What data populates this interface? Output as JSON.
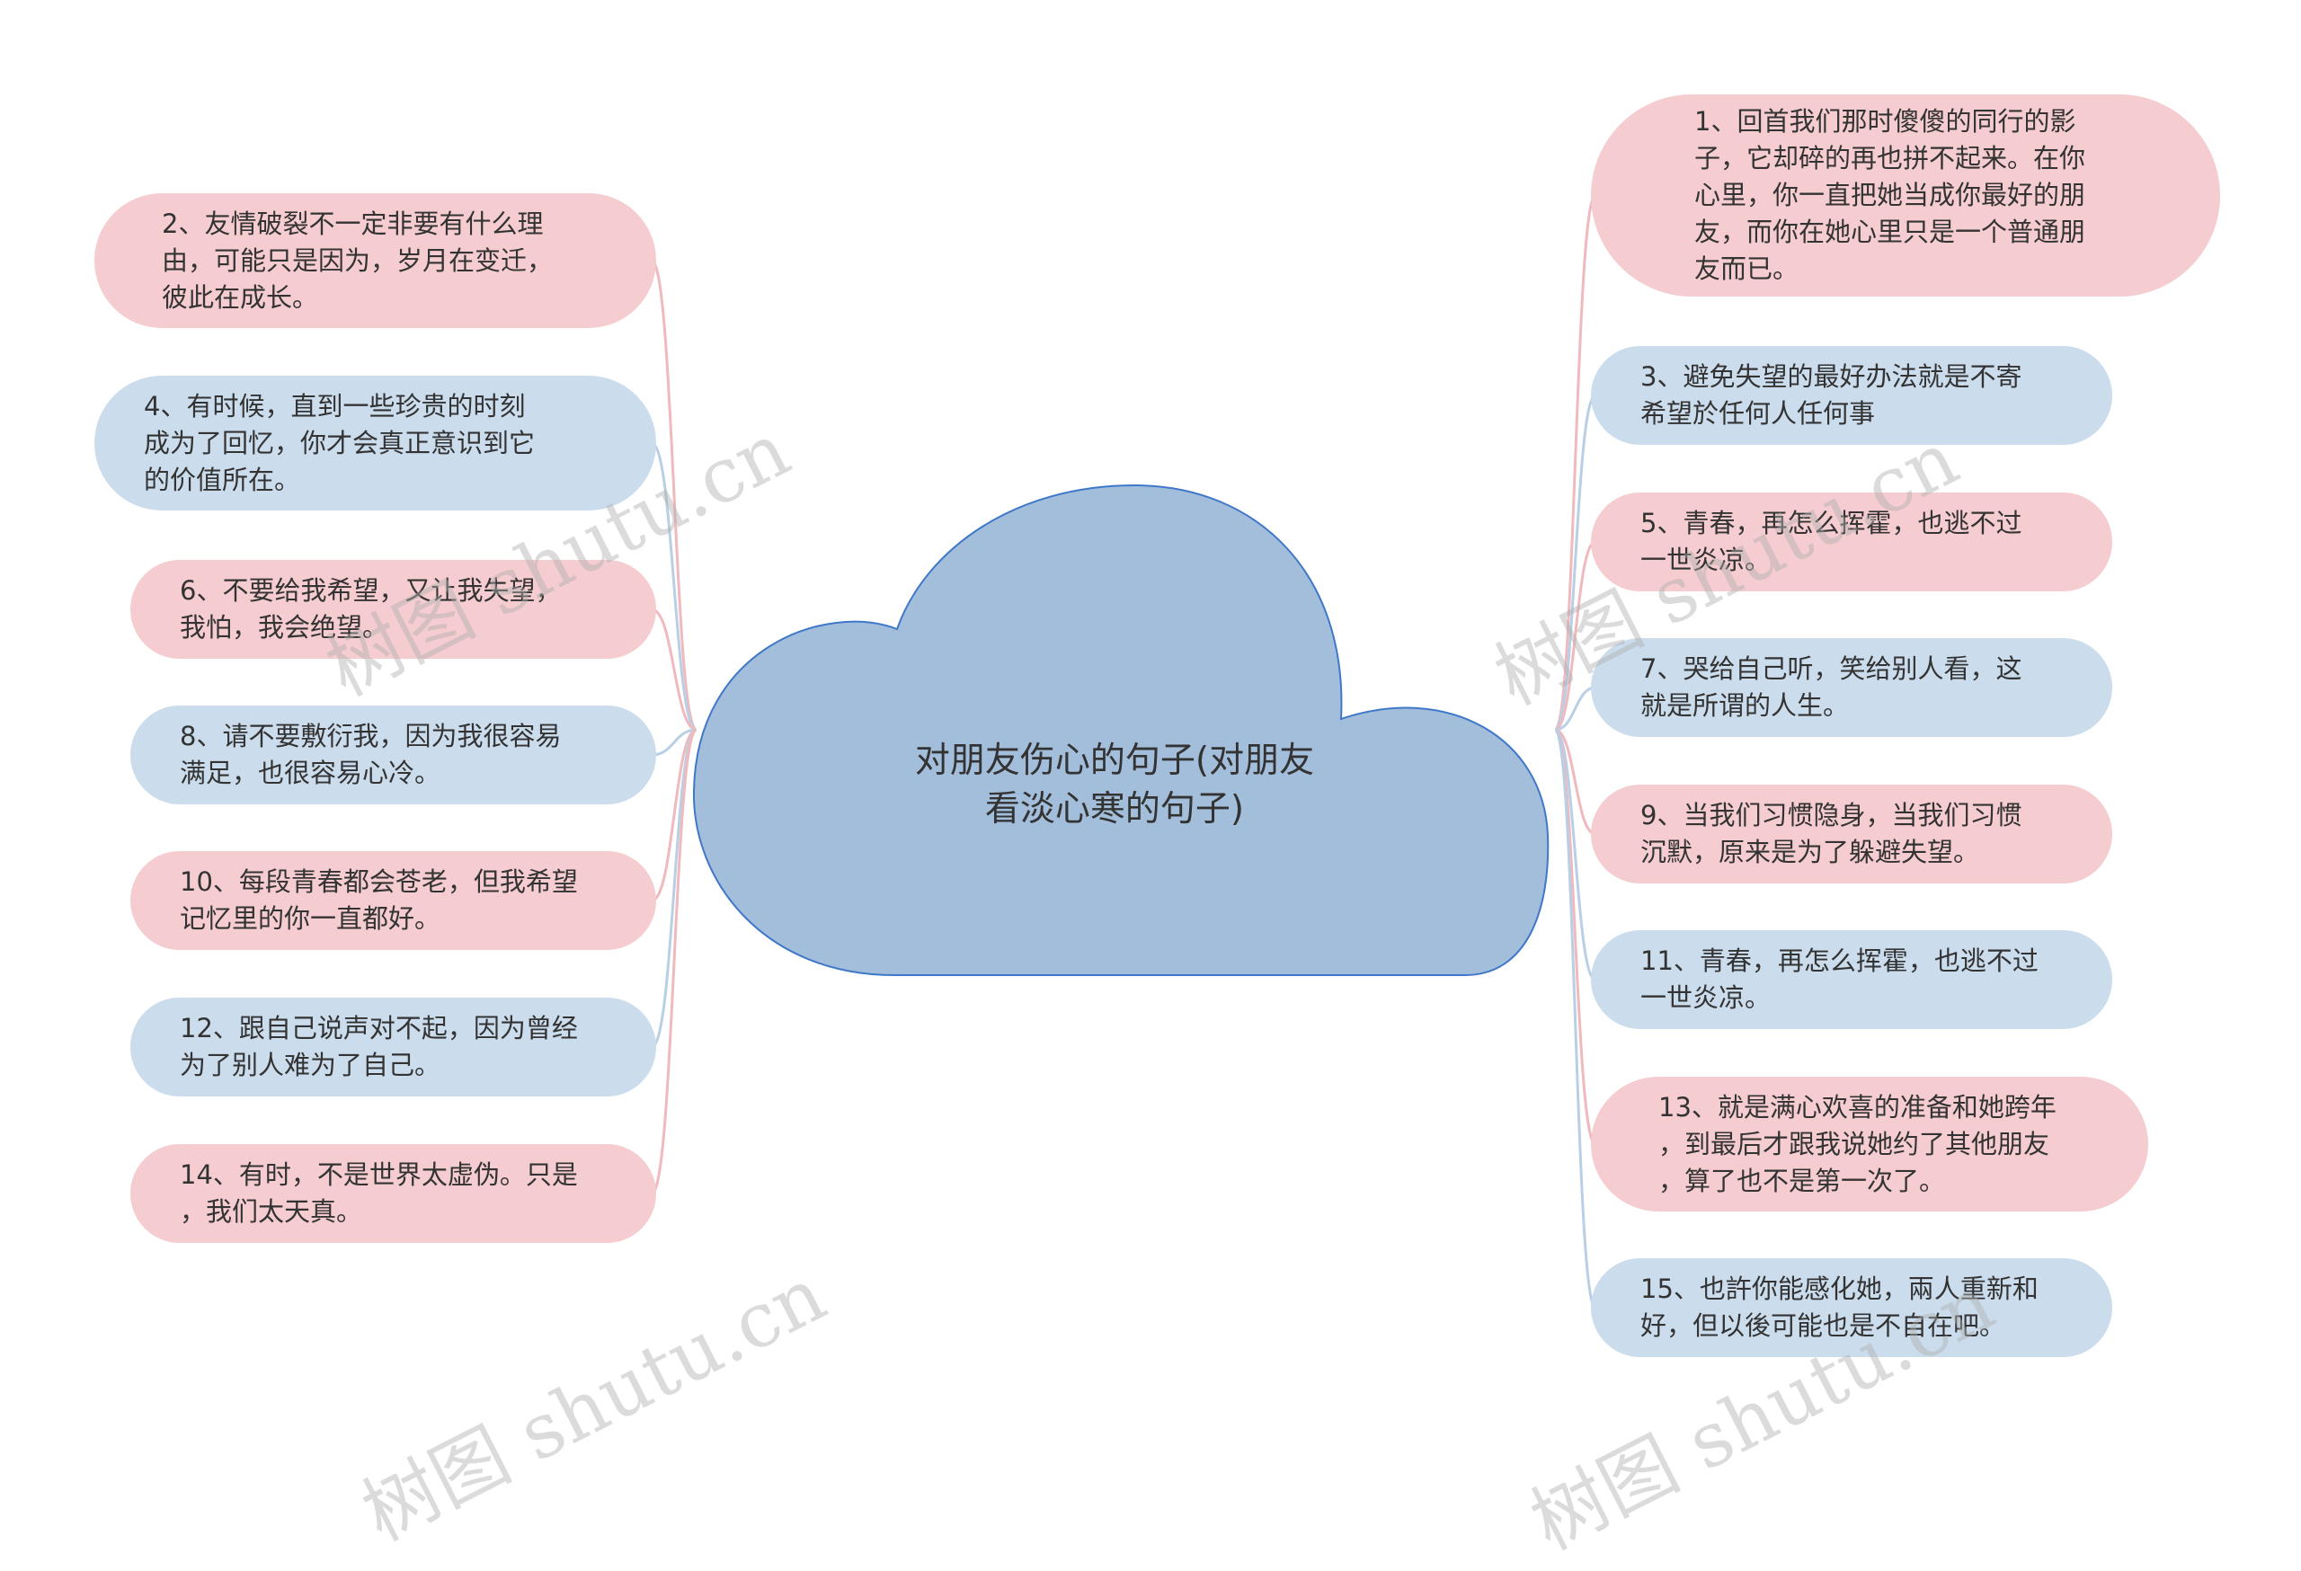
{
  "center": {
    "title": "对朋友伤心的句子(对朋友\n看淡心寒的句子)"
  },
  "colors": {
    "pink": "#f5cccf",
    "blue": "#cbdcec",
    "cloud_fill": "#a2bedb",
    "cloud_stroke": "#3f78c9"
  },
  "left_nodes": [
    {
      "text": "2、友情破裂不一定非要有什么理\n由，可能只是因为，岁月在变迁，\n彼此在成长。",
      "color": "pink"
    },
    {
      "text": "4、有时候，直到一些珍贵的时刻\n成为了回忆，你才会真正意识到它\n的价值所在。",
      "color": "blue"
    },
    {
      "text": "6、不要给我希望，又让我失望，\n我怕，我会绝望。",
      "color": "pink"
    },
    {
      "text": "8、请不要敷衍我，因为我很容易\n满足，也很容易心冷。",
      "color": "blue"
    },
    {
      "text": "10、每段青春都会苍老，但我希望\n记忆里的你一直都好。",
      "color": "pink"
    },
    {
      "text": "12、跟自己说声对不起，因为曾经\n为了别人难为了自己。",
      "color": "blue"
    },
    {
      "text": "14、有时，不是世界太虚伪。只是\n，我们太天真。",
      "color": "pink"
    }
  ],
  "right_nodes": [
    {
      "text": "1、回首我们那时傻傻的同行的影\n子，它却碎的再也拼不起来。在你\n心里，你一直把她当成你最好的朋\n友，而你在她心里只是一个普通朋\n友而已。",
      "color": "pink"
    },
    {
      "text": "3、避免失望的最好办法就是不寄\n希望於任何人任何事",
      "color": "blue"
    },
    {
      "text": "5、青春，再怎么挥霍，也逃不过\n一世炎凉。",
      "color": "pink"
    },
    {
      "text": "7、哭给自己听，笑给别人看，这\n就是所谓的人生。",
      "color": "blue"
    },
    {
      "text": "9、当我们习惯隐身，当我们习惯\n沉默，原来是为了躲避失望。",
      "color": "pink"
    },
    {
      "text": "11、青春，再怎么挥霍，也逃不过\n一世炎凉。",
      "color": "blue"
    },
    {
      "text": "13、就是满心欢喜的准备和她跨年\n，到最后才跟我说她约了其他朋友\n，算了也不是第一次了。",
      "color": "pink"
    },
    {
      "text": "15、也許你能感化她，兩人重新和\n好，但以後可能也是不自在吧。",
      "color": "blue"
    }
  ],
  "watermarks": [
    "树图 shutu.cn",
    "树图 shutu.cn",
    "树图 shutu.cn",
    "树图 shutu.cn"
  ]
}
